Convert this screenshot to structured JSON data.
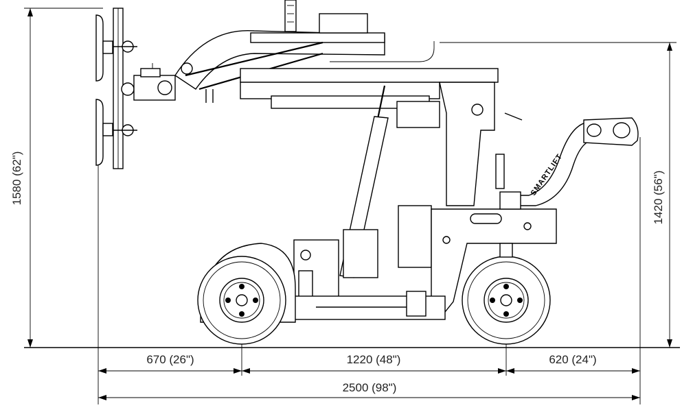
{
  "diagram": {
    "brand_label": "SMARTLIFT",
    "dimensions": {
      "total_height": "1580 (62\")",
      "arm_height": "1420 (56\")",
      "front_overhang": "670 (26\")",
      "wheelbase": "1220 (48\")",
      "rear_overhang": "620 (24\")",
      "overall_length": "2500 (98\")"
    }
  }
}
